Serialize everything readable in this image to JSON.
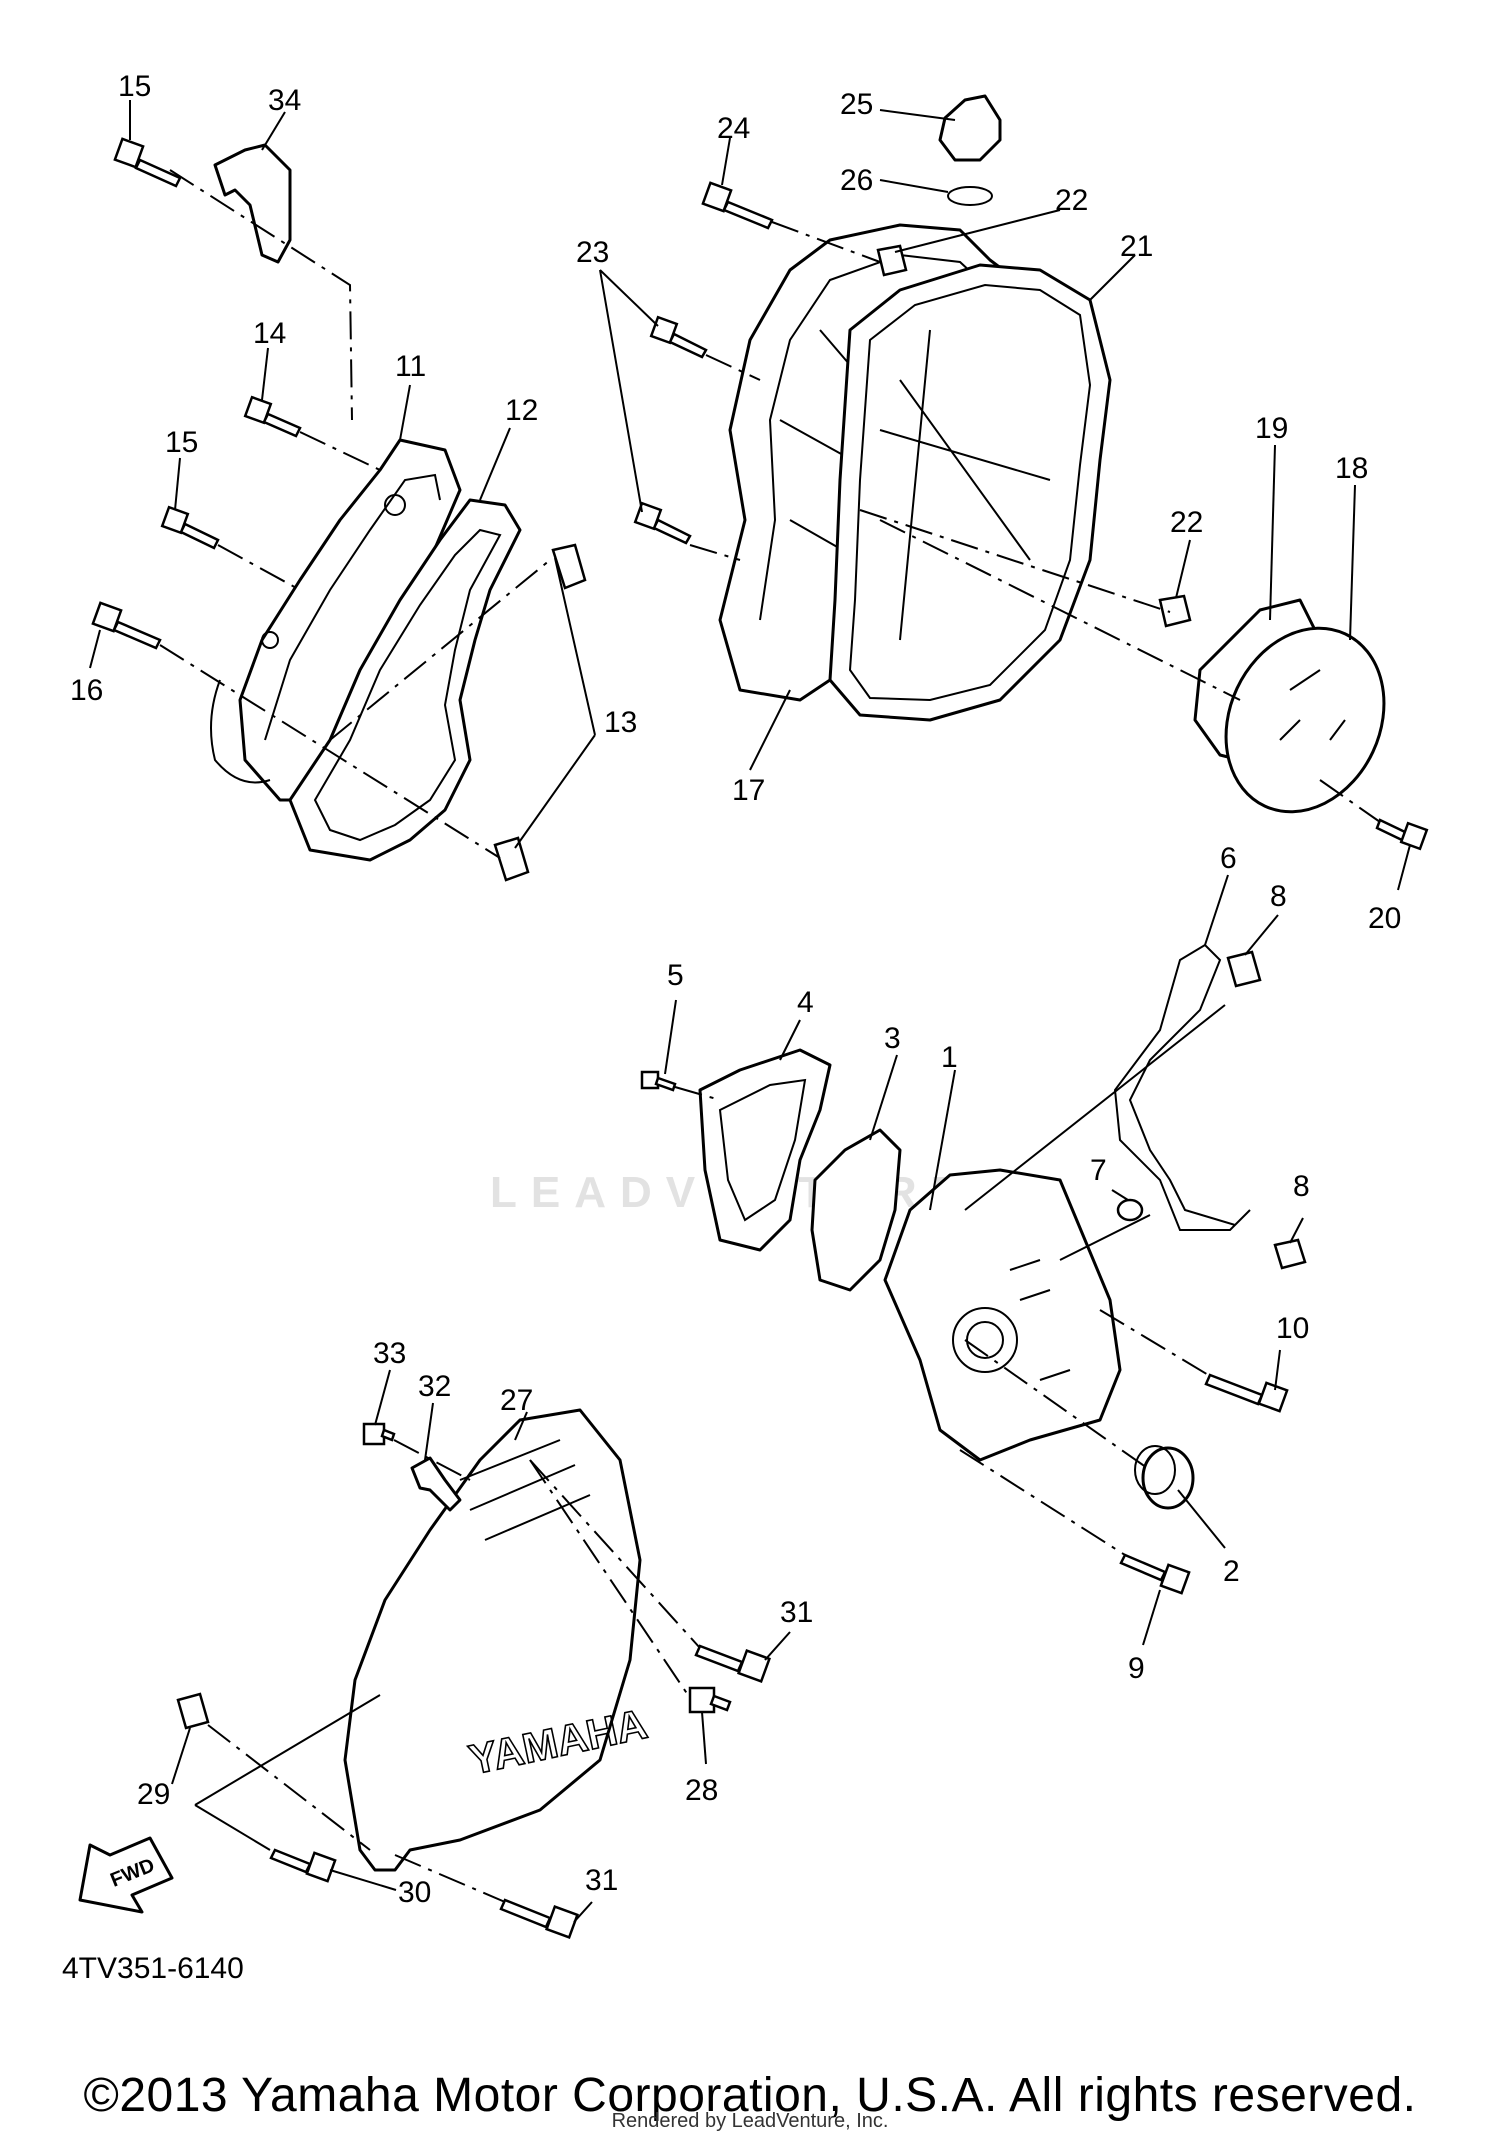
{
  "diagram": {
    "callouts": [
      "1",
      "2",
      "3",
      "4",
      "5",
      "6",
      "7",
      "8",
      "8",
      "9",
      "10",
      "11",
      "12",
      "13",
      "14",
      "15",
      "15",
      "16",
      "17",
      "18",
      "19",
      "20",
      "21",
      "22",
      "22",
      "23",
      "24",
      "25",
      "26",
      "27",
      "28",
      "29",
      "30",
      "31",
      "31",
      "32",
      "33",
      "34"
    ],
    "cover_logo": "YAMAHA",
    "fwd_label": "FWD",
    "drawing_code": "4TV351-6140",
    "watermark": "LEADVENTURE"
  },
  "footer": {
    "copyright": "©2013 Yamaha Motor Corporation, U.S.A. All rights reserved.",
    "rendered_by": "Rendered by LeadVenture, Inc."
  }
}
